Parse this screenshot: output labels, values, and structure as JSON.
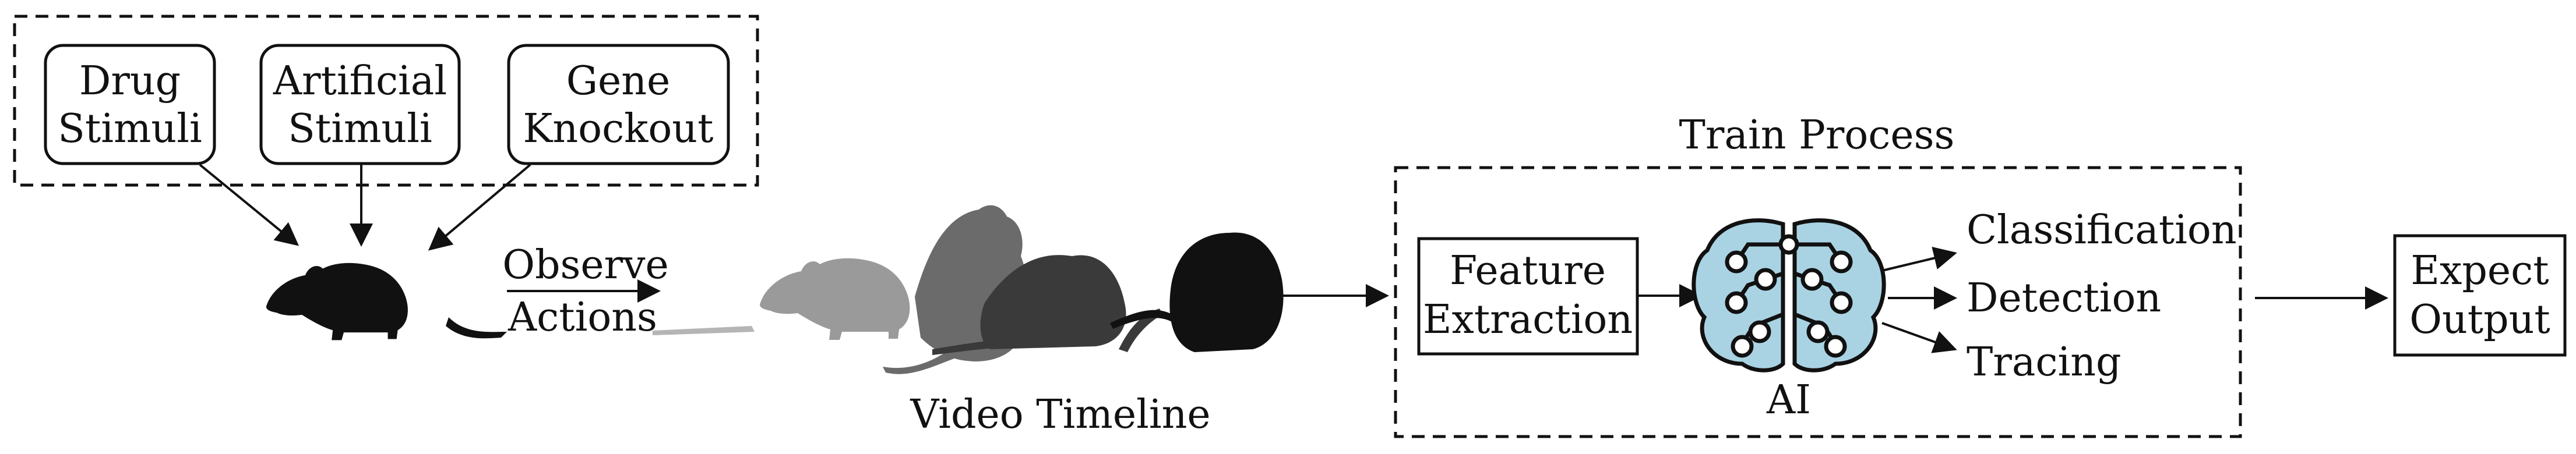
{
  "inputs": {
    "drug": {
      "line1": "Drug",
      "line2": "Stimuli"
    },
    "artificial": {
      "line1": "Artificial",
      "line2": "Stimuli"
    },
    "gene": {
      "line1": "Gene",
      "line2": "Knockout"
    }
  },
  "observe": {
    "line1": "Observe",
    "line2": "Actions"
  },
  "video_timeline": "Video Timeline",
  "train_process": {
    "title": "Train Process",
    "feature": {
      "line1": "Feature",
      "line2": "Extraction"
    },
    "ai_label": "AI",
    "outputs": [
      "Classification",
      "Detection",
      "Tracing"
    ]
  },
  "expect_output": {
    "line1": "Expect",
    "line2": "Output"
  },
  "colors": {
    "ink": "#111111",
    "mouse_light": "#9a9a9a",
    "mouse_mid": "#6b6b6b",
    "mouse_dark": "#3a3a3a",
    "brain_fill": "#a9d3e3"
  },
  "icons": [
    "mouse-icon",
    "brain-network-icon"
  ]
}
